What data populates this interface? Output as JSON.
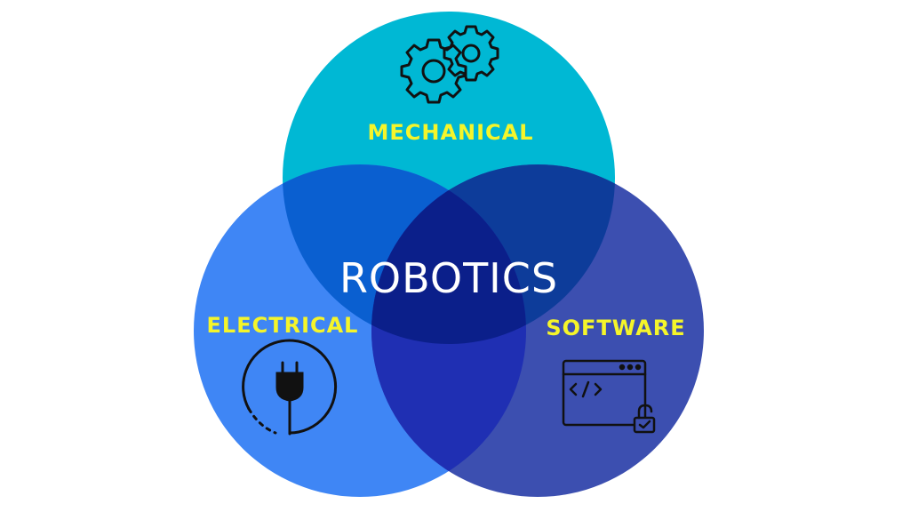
{
  "diagram": {
    "center_label": "ROBOTICS",
    "circles": [
      {
        "label": "MECHANICAL",
        "icon": "gears-icon"
      },
      {
        "label": "ELECTRICAL",
        "icon": "power-plug-icon"
      },
      {
        "label": "SOFTWARE",
        "icon": "code-window-icon"
      }
    ]
  },
  "colors": {
    "mechanical": "#00b8d4",
    "electrical": "#3f86f5",
    "software": "#3c4fb0",
    "overlap_mech_elec": "#0a5fd0",
    "overlap_mech_soft": "#0d3c9a",
    "overlap_elec_soft": "#1f2fb3",
    "overlap_all": "#0b1f8a",
    "label_text": "#f5f52a",
    "center_text": "#ffffff",
    "icon_stroke": "#111111"
  }
}
